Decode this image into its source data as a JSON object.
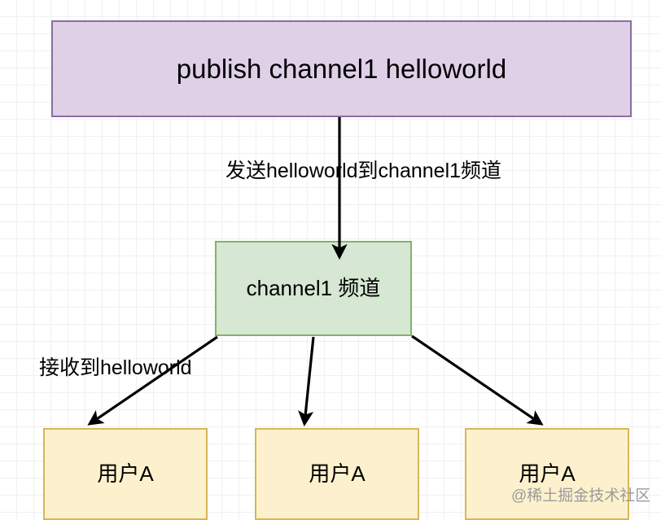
{
  "diagram": {
    "title": "Redis publish/subscribe channel diagram",
    "nodes": {
      "publish_command": {
        "label": "publish channel1 helloworld",
        "fill": "#dfd0e8",
        "stroke": "#8c6fa0"
      },
      "channel": {
        "label": "channel1 频道",
        "fill": "#d6e7d4",
        "stroke": "#82b366"
      },
      "subscribers": [
        {
          "label": "用户A",
          "fill": "#fdf1cd",
          "stroke": "#d6b656"
        },
        {
          "label": "用户A",
          "fill": "#fdf1cd",
          "stroke": "#d6b656"
        },
        {
          "label": "用户A",
          "fill": "#fdf1cd",
          "stroke": "#d6b656"
        }
      ]
    },
    "edge_labels": {
      "publish_to_channel": "发送helloworld到channel1频道",
      "channel_to_users": "接收到helloworld"
    },
    "arrow_color": "#000000"
  },
  "watermark": {
    "text": "@稀土掘金技术社区"
  }
}
